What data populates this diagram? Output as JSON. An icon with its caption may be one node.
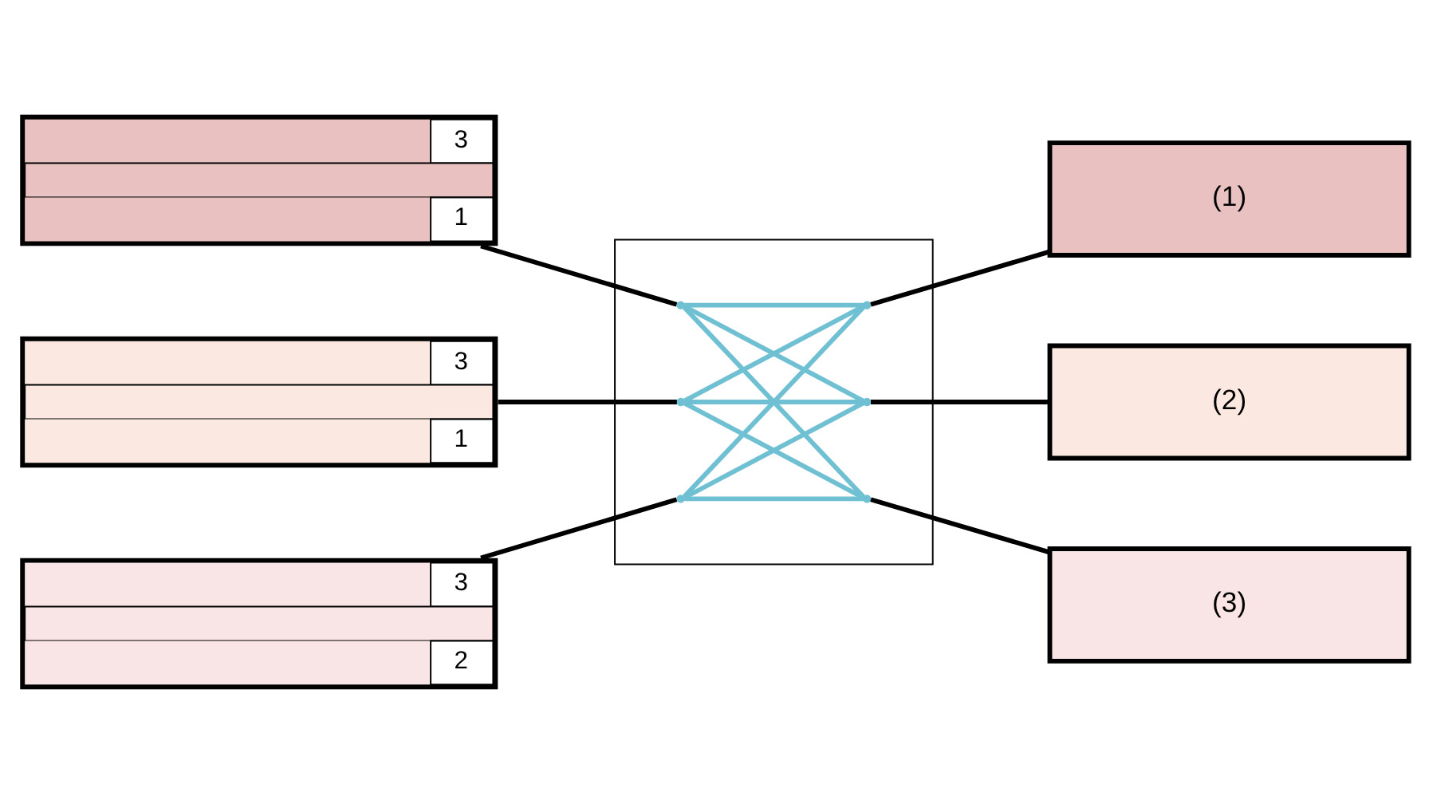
{
  "diagram": {
    "nodes": [
      {
        "text": [
          "3",
          "1"
        ]
      },
      {
        "text": [
          "3",
          "1"
        ]
      },
      {
        "text": [
          "3",
          "2"
        ]
      },
      {
        "text": [],
        "shape": "box"
      },
      {
        "text": [],
        "shape": "point",
        "in": 3
      },
      {
        "text": [],
        "shape": "point",
        "in": 3
      },
      {
        "text": [],
        "shape": "point",
        "in": 3
      },
      {
        "text": [],
        "shape": "point",
        "in": 3
      },
      {
        "text": [],
        "shape": "point",
        "in": 3
      },
      {
        "text": [],
        "shape": "point",
        "in": 3
      },
      {
        "text": [
          "(1)"
        ]
      },
      {
        "text": [
          "(2)"
        ]
      },
      {
        "text": [
          "(3)"
        ]
      }
    ],
    "edges": [
      {
        "from": 0,
        "to": 4,
        "arrow": "none",
        "color": "#000000"
      },
      {
        "from": 1,
        "to": 5,
        "arrow": "none",
        "color": "#000000"
      },
      {
        "from": 2,
        "to": 6,
        "arrow": "none",
        "color": "#000000"
      },
      {
        "from": 4,
        "to": 7,
        "arrow": "none"
      },
      {
        "from": 4,
        "to": 8,
        "arrow": "none"
      },
      {
        "from": 4,
        "to": 9,
        "arrow": "none"
      },
      {
        "from": 5,
        "to": 7,
        "arrow": "none"
      },
      {
        "from": 5,
        "to": 8,
        "arrow": "none"
      },
      {
        "from": 5,
        "to": 9,
        "arrow": "none"
      },
      {
        "from": 6,
        "to": 7,
        "arrow": "none"
      },
      {
        "from": 6,
        "to": 8,
        "arrow": "none"
      },
      {
        "from": 6,
        "to": 9,
        "arrow": "none"
      },
      {
        "from": 7,
        "to": 10,
        "arrow": "none",
        "color": "#000000"
      },
      {
        "from": 8,
        "to": 11,
        "arrow": "none",
        "color": "#000000"
      },
      {
        "from": 9,
        "to": 12,
        "arrow": "none",
        "color": "#000000"
      }
    ]
  }
}
